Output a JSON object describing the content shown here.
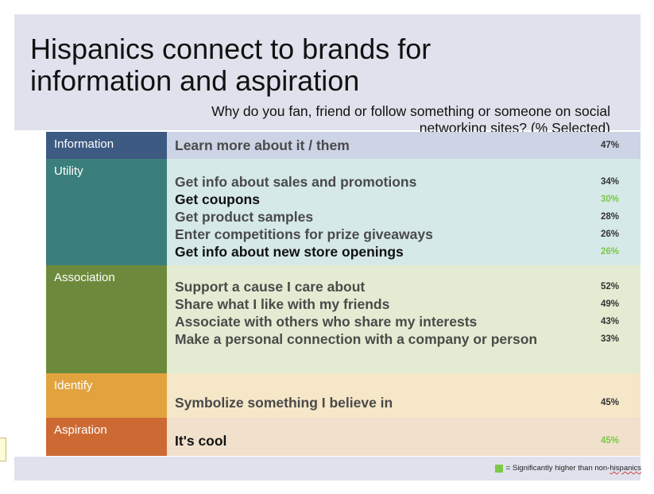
{
  "title": "Hispanics connect to brands for information and aspiration",
  "subtitle": "Why do you fan, friend or follow something or someone on social networking sites? (% Selected)",
  "legend": {
    "prefix": "= Significantly higher than non-",
    "last": "hispanics",
    "color": "#7cc84a"
  },
  "chart_data": {
    "type": "table",
    "title": "Hispanics connect to brands for information and aspiration",
    "subtitle": "Why do you fan, friend or follow something or someone on social networking sites? (% Selected)",
    "unit": "%",
    "highlight_color": "#7cc84a",
    "groups": [
      {
        "category": "Information",
        "color": "#3d5a82",
        "bg": "#ccd4e6",
        "items": [
          {
            "label": "Learn more about it / them",
            "value": 47,
            "display": "47%",
            "significant": false
          }
        ]
      },
      {
        "category": "Utility",
        "color": "#3b7f7c",
        "bg": "#d5e9e8",
        "items": [
          {
            "label": "Get info about sales and promotions",
            "value": 34,
            "display": "34%",
            "significant": false
          },
          {
            "label": "Get coupons",
            "value": 30,
            "display": "30%",
            "significant": true
          },
          {
            "label": "Get product samples",
            "value": 28,
            "display": "28%",
            "significant": false
          },
          {
            "label": "Enter competitions for prize giveaways",
            "value": 26,
            "display": "26%",
            "significant": false
          },
          {
            "label": "Get info about new store openings",
            "value": 26,
            "display": "26%",
            "significant": true
          }
        ]
      },
      {
        "category": "Association",
        "color": "#6d8a3c",
        "bg": "#e3ecd2",
        "items": [
          {
            "label": "Support a cause I care about",
            "value": 52,
            "display": "52%",
            "significant": false
          },
          {
            "label": "Share what I like with my friends",
            "value": 49,
            "display": "49%",
            "significant": false
          },
          {
            "label": "Associate with others who share my interests",
            "value": 43,
            "display": "43%",
            "significant": false
          },
          {
            "label": "Make a personal connection with a company or person",
            "value": 33,
            "display": "33%",
            "significant": false
          }
        ]
      },
      {
        "category": "Identify",
        "color": "#e2a33f",
        "bg": "#f5e7c8",
        "items": [
          {
            "label": "Symbolize something I believe in",
            "value": 45,
            "display": "45%",
            "significant": false
          }
        ]
      },
      {
        "category": "Aspiration",
        "color": "#cd6a34",
        "bg": "#f0e0cc",
        "items": [
          {
            "label": "It's cool",
            "value": 45,
            "display": "45%",
            "significant": true
          }
        ]
      }
    ]
  }
}
